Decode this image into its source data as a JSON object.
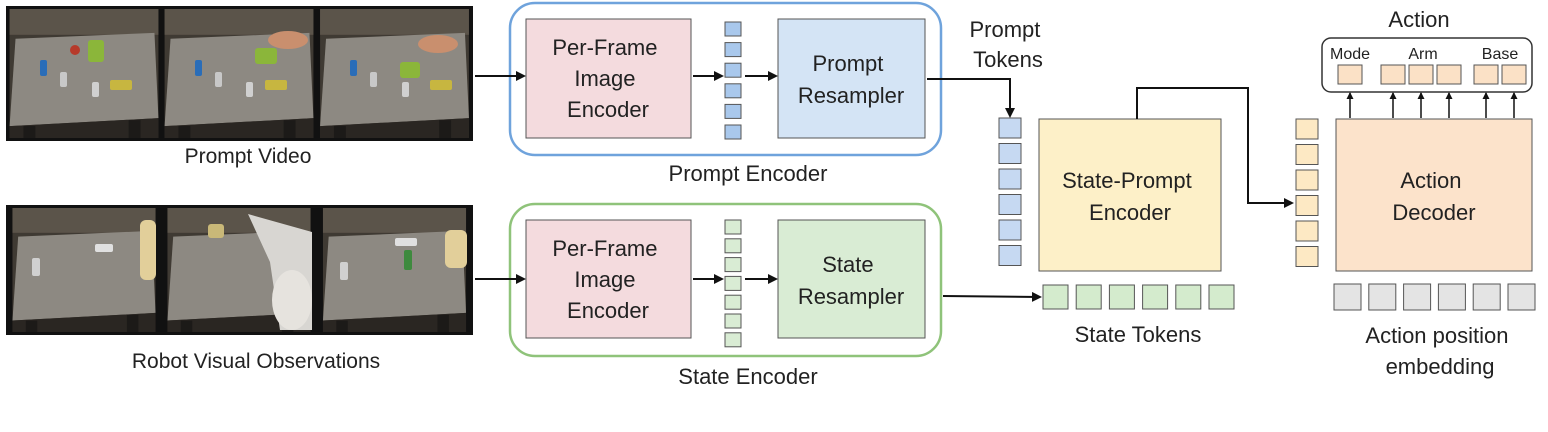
{
  "prompt_video": {
    "caption": "Prompt Video",
    "frame_count": 3
  },
  "robot_observations": {
    "caption": "Robot Visual Observations",
    "frame_count": 3
  },
  "prompt_encoder": {
    "label": "Prompt Encoder",
    "image_encoder": [
      "Per-Frame",
      "Image",
      "Encoder"
    ],
    "resampler": [
      "Prompt",
      "Resampler"
    ],
    "intermediate_token_count": 6,
    "border_color": "#6fa3dc",
    "encoder_fill": "#f4dbde",
    "resampler_fill": "#d4e4f5",
    "token_fill": "#a9c8ec"
  },
  "state_encoder": {
    "label": "State Encoder",
    "image_encoder": [
      "Per-Frame",
      "Image",
      "Encoder"
    ],
    "resampler": [
      "State",
      "Resampler"
    ],
    "intermediate_token_count": 7,
    "border_color": "#8fc37a",
    "encoder_fill": "#f4dbde",
    "resampler_fill": "#d9ecd4",
    "token_fill": "#d9ecd4"
  },
  "prompt_tokens": {
    "label": [
      "Prompt",
      "Tokens"
    ],
    "count": 6,
    "fill": "#c6d9f2"
  },
  "state_tokens": {
    "label": "State Tokens",
    "count": 6,
    "fill": "#d4ebcd"
  },
  "state_prompt_encoder": {
    "label": [
      "State-Prompt",
      "Encoder"
    ],
    "fill": "#fdf0c8"
  },
  "encoded_tokens": {
    "count": 6,
    "fill": "#fde9c4"
  },
  "action_decoder": {
    "label": [
      "Action",
      "Decoder"
    ],
    "fill": "#fce3cb"
  },
  "action": {
    "title": "Action",
    "groups": [
      {
        "label": "Mode",
        "count": 1
      },
      {
        "label": "Arm",
        "count": 3
      },
      {
        "label": "Base",
        "count": 2
      }
    ],
    "token_fill": "#fbe1c6"
  },
  "action_position_embedding": {
    "label": [
      "Action position",
      "embedding"
    ],
    "count": 6,
    "fill": "#e4e4e4"
  }
}
